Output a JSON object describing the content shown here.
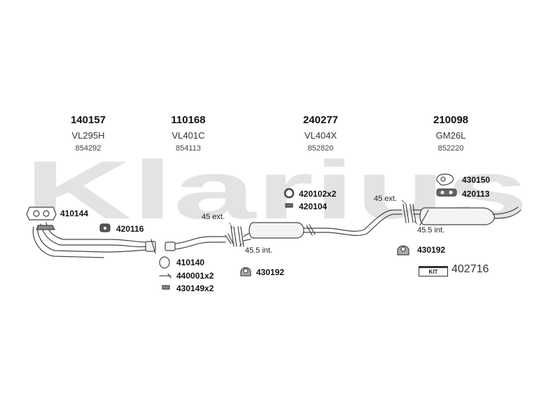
{
  "watermark": "Klarius",
  "sections": [
    {
      "part": "140157",
      "ref": "VL295H",
      "code": "854292"
    },
    {
      "part": "110168",
      "ref": "VL401C",
      "code": "854113"
    },
    {
      "part": "240277",
      "ref": "VL404X",
      "code": "852820"
    },
    {
      "part": "210098",
      "ref": "GM26L",
      "code": "852220"
    }
  ],
  "fittings": {
    "f410144": "410144",
    "f420116": "420116",
    "f410140": "410140",
    "f440001": "440001x2",
    "f430149": "430149x2",
    "f430192a": "430192",
    "f420102": "420102x2",
    "f420104": "420104",
    "f430150": "430150",
    "f420113": "420113",
    "f430192b": "430192"
  },
  "notes": {
    "ext1": "45 ext.",
    "int1": "45.5 int.",
    "ext2": "45 ext.",
    "int2": "45.5 int."
  },
  "kit": {
    "label": "KIT",
    "number": "402716"
  },
  "colors": {
    "watermark": "#e3e3e3",
    "line": "#444444",
    "pipe_fill": "#f4f4f4"
  }
}
